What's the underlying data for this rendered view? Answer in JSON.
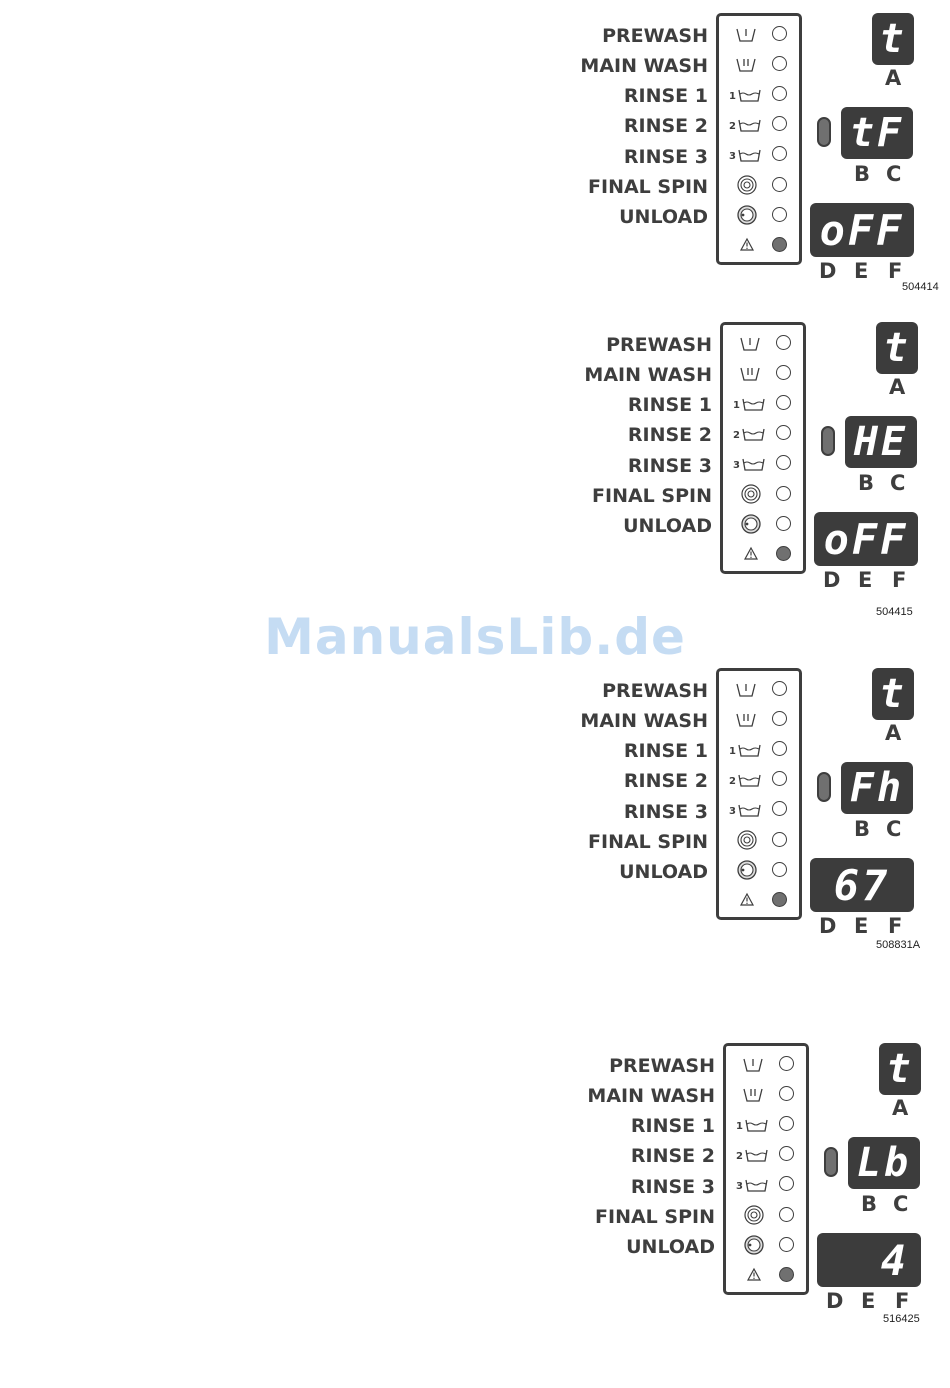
{
  "watermark": "ManualsLib.de",
  "labels": {
    "prewash": "PREWASH",
    "main_wash": "MAIN WASH",
    "rinse_1": "RINSE 1",
    "rinse_2": "RINSE 2",
    "rinse_3": "RINSE 3",
    "final_spin": "FINAL SPIN",
    "unload": "UNLOAD"
  },
  "icons": [
    "prewash-icon",
    "main-wash-icon",
    "rinse-1-icon",
    "rinse-2-icon",
    "rinse-3-icon",
    "final-spin-icon",
    "unload-icon",
    "warning-icon"
  ],
  "rinse_numbers": [
    "1",
    "2",
    "3"
  ],
  "segment_labels": {
    "a": "A",
    "b": "B",
    "c": "C",
    "d": "D",
    "e": "E",
    "f": "F"
  },
  "colors": {
    "display_bg": "#3c3c3c",
    "text": "#3e3e3e",
    "led_on": "#707070",
    "watermark": "#bcd6f2"
  },
  "panels": [
    {
      "display_a": "t",
      "display_bc": "tF",
      "display_def": "oFF",
      "led_on_index": 7,
      "ref": "504414"
    },
    {
      "display_a": "t",
      "display_bc": "HE",
      "display_def": "oFF",
      "led_on_index": 7,
      "ref": "504415"
    },
    {
      "display_a": "t",
      "display_bc": "Fh",
      "display_def": "67",
      "led_on_index": 7,
      "ref": "508831A"
    },
    {
      "display_a": "t",
      "display_bc": "Lb",
      "display_def": "4",
      "led_on_index": 7,
      "ref": "516425"
    }
  ]
}
